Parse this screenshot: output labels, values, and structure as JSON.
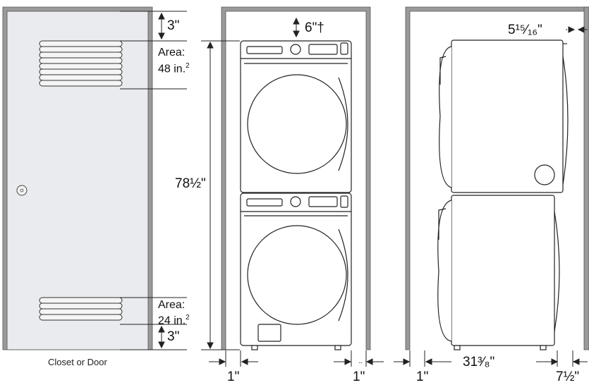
{
  "door": {
    "caption": "Closet or Door",
    "top_vent_area_label": "Area:",
    "top_vent_area_value": "48 in.",
    "top_vent_area_unit_sup": "2",
    "bottom_vent_area_label": "Area:",
    "bottom_vent_area_value": "24 in.",
    "bottom_vent_area_unit_sup": "2",
    "top_clearance": "3\"",
    "bottom_clearance": "3\""
  },
  "front_view": {
    "top_clearance": "6\"†",
    "height": "78½\"",
    "left_clearance": "1\"",
    "right_clearance": "1\"",
    "right_clearance_mark": "¨"
  },
  "side_view": {
    "top_right_clearance": "5¹⁵⁄₁₆\"",
    "depth": "31³⁄₈\"",
    "left_clearance": "1\"",
    "right_clearance": "7½\""
  },
  "colors": {
    "wall": "#9a9a9a",
    "door_fill": "#e9ebee",
    "line": "#222222"
  }
}
